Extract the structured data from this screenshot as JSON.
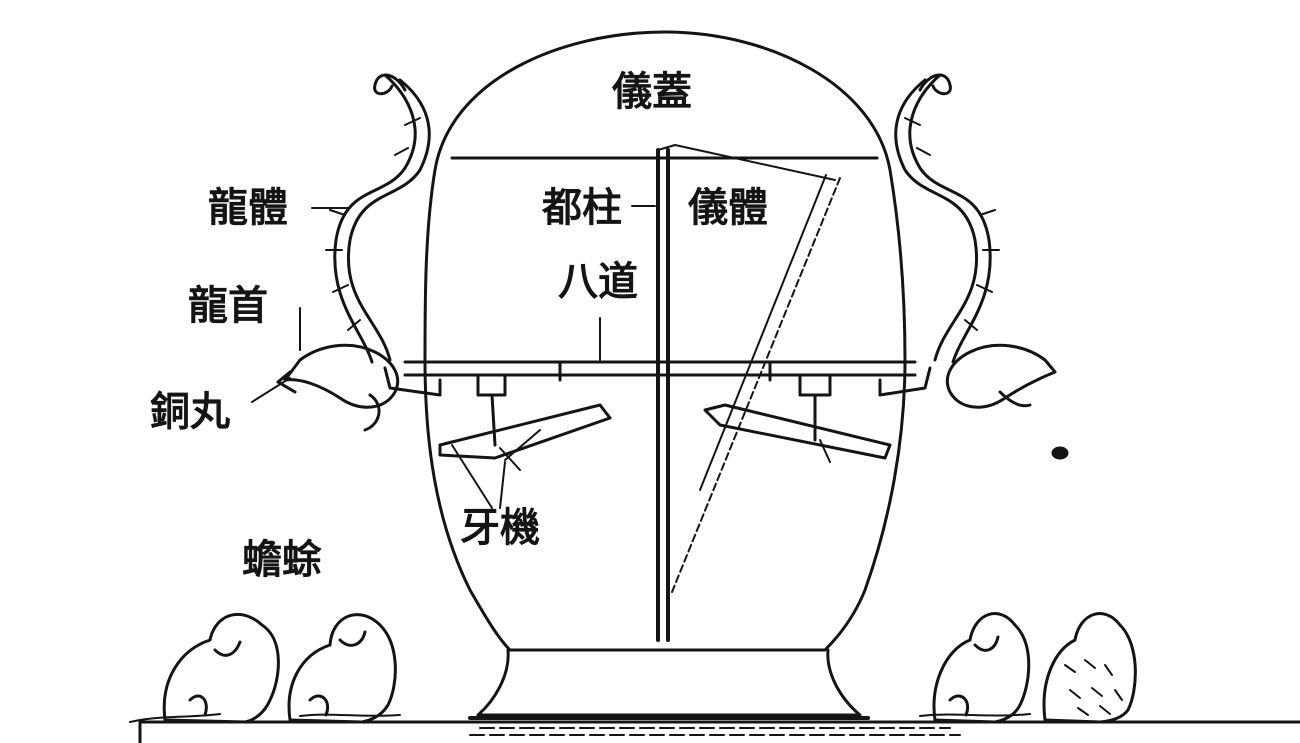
{
  "labels": {
    "lid": "儀蓋",
    "dragon_body": "龍體",
    "dragon_head": "龍首",
    "bronze_ball": "銅丸",
    "central_pillar": "都柱",
    "vessel_body": "儀體",
    "eight_paths": "八道",
    "trigger_mechanism": "牙機",
    "toad": "蟾蜍"
  },
  "colors": {
    "ink": "#141414",
    "paper": "#ffffff"
  }
}
